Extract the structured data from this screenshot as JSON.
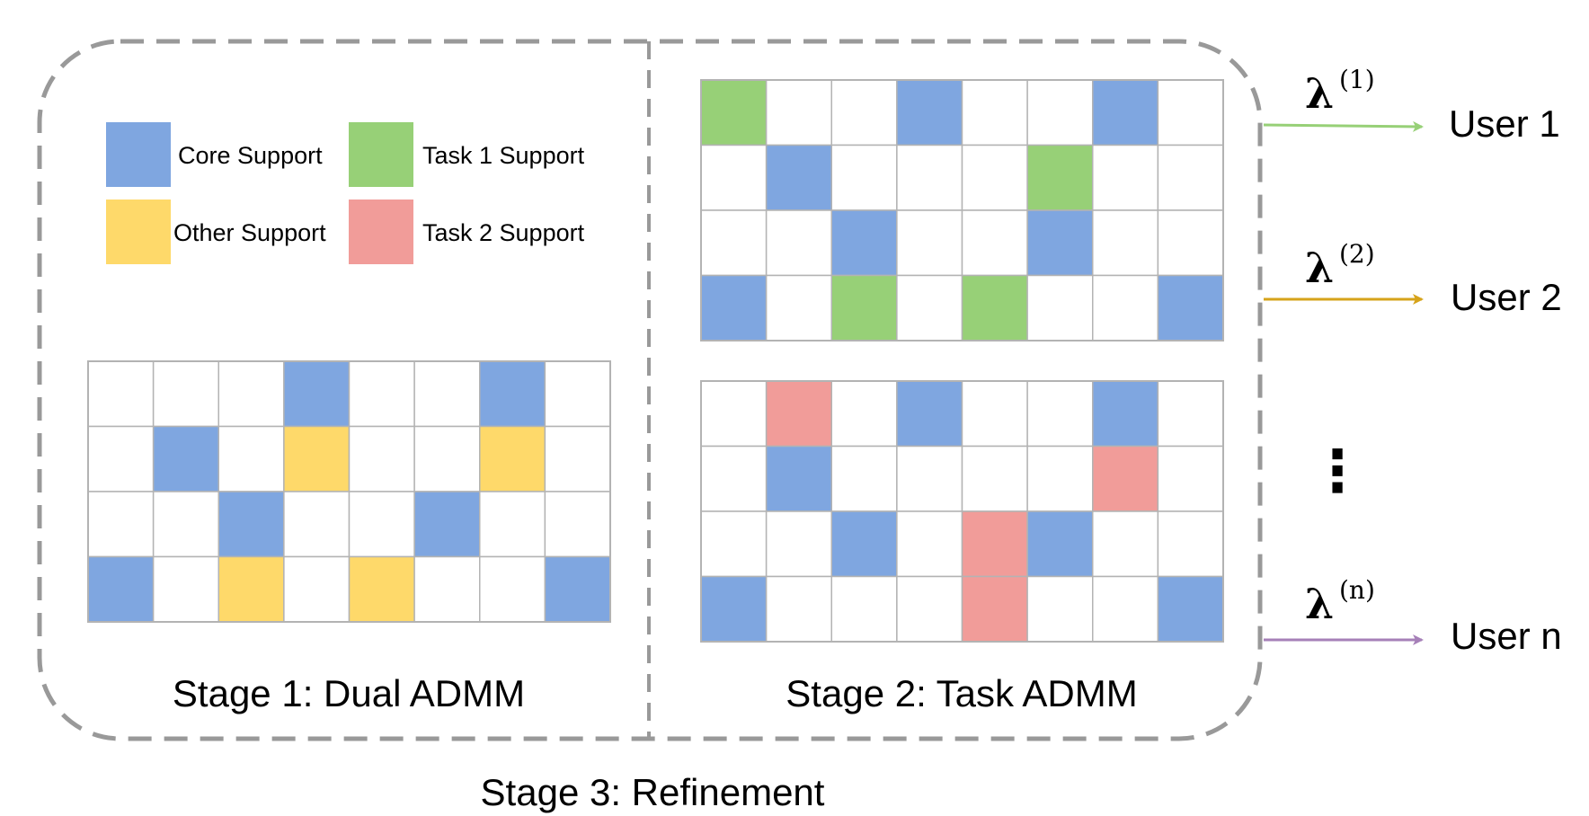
{
  "colors": {
    "core": "#7fa6e0",
    "other": "#fed96a",
    "task1": "#97d077",
    "task2": "#f19c99",
    "empty": "#ffffff",
    "grid_line": "#b3b3b3",
    "dashed_border": "#999999",
    "arrow_user1": "#97d077",
    "arrow_user2": "#d6a31a",
    "arrow_usern": "#a680b8"
  },
  "legend": {
    "core": "Core Support",
    "task1": "Task 1 Support",
    "other": "Other Support",
    "task2": "Task 2 Support"
  },
  "grids": {
    "stage1": [
      [
        "empty",
        "empty",
        "empty",
        "core",
        "empty",
        "empty",
        "core",
        "empty"
      ],
      [
        "empty",
        "core",
        "empty",
        "other",
        "empty",
        "empty",
        "other",
        "empty"
      ],
      [
        "empty",
        "empty",
        "core",
        "empty",
        "empty",
        "core",
        "empty",
        "empty"
      ],
      [
        "core",
        "empty",
        "other",
        "empty",
        "other",
        "empty",
        "empty",
        "core"
      ]
    ],
    "stage2_task1": [
      [
        "task1",
        "empty",
        "empty",
        "core",
        "empty",
        "empty",
        "core",
        "empty"
      ],
      [
        "empty",
        "core",
        "empty",
        "empty",
        "empty",
        "task1",
        "empty",
        "empty"
      ],
      [
        "empty",
        "empty",
        "core",
        "empty",
        "empty",
        "core",
        "empty",
        "empty"
      ],
      [
        "core",
        "empty",
        "task1",
        "empty",
        "task1",
        "empty",
        "empty",
        "core"
      ]
    ],
    "stage2_task2": [
      [
        "empty",
        "task2",
        "empty",
        "core",
        "empty",
        "empty",
        "core",
        "empty"
      ],
      [
        "empty",
        "core",
        "empty",
        "empty",
        "empty",
        "empty",
        "task2",
        "empty"
      ],
      [
        "empty",
        "empty",
        "core",
        "empty",
        "task2",
        "core",
        "empty",
        "empty"
      ],
      [
        "core",
        "empty",
        "empty",
        "empty",
        "task2",
        "empty",
        "empty",
        "core"
      ]
    ]
  },
  "stages": {
    "stage1": "Stage 1: Dual ADMM",
    "stage2": "Stage 2: Task ADMM",
    "stage3": "Stage 3: Refinement"
  },
  "outputs": {
    "lambda_symbol": "λ",
    "user1": {
      "superscript": "(1)",
      "label": "User 1"
    },
    "user2": {
      "superscript": "(2)",
      "label": "User 2"
    },
    "usern": {
      "superscript": "(n)",
      "label": "User n"
    },
    "ellipsis": "⋮"
  }
}
